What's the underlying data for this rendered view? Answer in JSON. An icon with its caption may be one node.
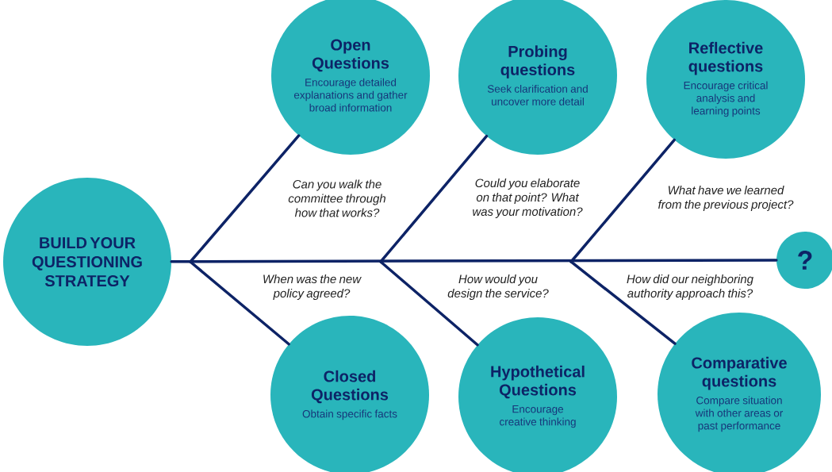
{
  "diagram": {
    "nodes": [
      {
        "text": [
          "BUILD YOUR QUESTIONING STRATEGY"
        ]
      },
      {
        "text": [
          "Open Questions",
          "Encourage detailed explanations and gather broad information"
        ]
      },
      {
        "text": [
          "Probing questions",
          "Seek clarification and uncover more detail"
        ]
      },
      {
        "text": [
          "Reflective questions",
          "Encourage critical analysis and learning points"
        ]
      },
      {
        "text": [
          "?"
        ]
      },
      {
        "text": [
          "Closed Questions",
          "Obtain specific facts"
        ]
      },
      {
        "text": [
          "Hypothetical Questions",
          "Encourage creative thinking"
        ]
      },
      {
        "text": [
          "Comparative questions",
          "Compare situation with other areas or past performance"
        ]
      }
    ],
    "edges": [
      {
        "from": 0,
        "to": 4,
        "arrow": "none"
      },
      {
        "from": null,
        "to": 1,
        "arrow": "none"
      },
      {
        "from": null,
        "to": 2,
        "arrow": "none"
      },
      {
        "from": null,
        "to": 3,
        "arrow": "none"
      },
      {
        "from": null,
        "to": 5,
        "arrow": "none"
      },
      {
        "from": null,
        "to": 6,
        "arrow": "none"
      },
      {
        "from": null,
        "to": 7,
        "arrow": "none"
      }
    ],
    "labels": [
      "Can you walk the committee through how that works?",
      "Could you elaborate on that point? What was your motivation?",
      "What have we learned from the previous project?",
      "When was the new policy agreed?",
      "How would you design the service?",
      "How did our neighboring authority approach this?"
    ]
  }
}
